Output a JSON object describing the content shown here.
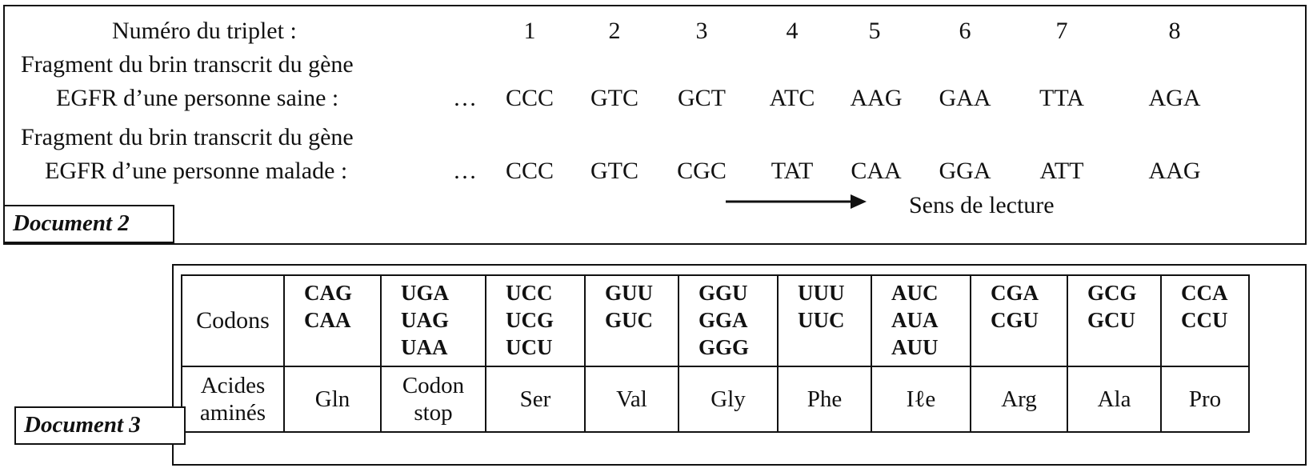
{
  "document2": {
    "label": "Document 2",
    "triplet_header": "Numéro du triplet :",
    "triplet_numbers": [
      "1",
      "2",
      "3",
      "4",
      "5",
      "6",
      "7",
      "8"
    ],
    "healthy_label_line1": "Fragment du brin transcrit du gène",
    "healthy_label_line2": "EGFR d’une personne saine :",
    "healthy_ellipsis": "…",
    "healthy_codons": [
      "CCC",
      "GTC",
      "GCT",
      "ATC",
      "AAG",
      "GAA",
      "TTA",
      "AGA"
    ],
    "sick_label_line1": "Fragment du brin transcrit du gène",
    "sick_label_line2": "EGFR d’une personne malade :",
    "sick_ellipsis": "…",
    "sick_codons": [
      "CCC",
      "GTC",
      "CGC",
      "TAT",
      "CAA",
      "GGA",
      "ATT",
      "AAG"
    ],
    "reading_direction": "Sens de lecture"
  },
  "document3": {
    "label": "Document 3",
    "row1_header": "Codons",
    "row2_header_line1": "Acides",
    "row2_header_line2": "aminés",
    "columns": [
      {
        "codons": [
          "CAG",
          "CAA"
        ],
        "amino_acid": [
          "Gln"
        ]
      },
      {
        "codons": [
          "UGA",
          "UAG",
          "UAA"
        ],
        "amino_acid": [
          "Codon",
          "stop"
        ]
      },
      {
        "codons": [
          "UCC",
          "UCG",
          "UCU"
        ],
        "amino_acid": [
          "Ser"
        ]
      },
      {
        "codons": [
          "GUU",
          "GUC"
        ],
        "amino_acid": [
          "Val"
        ]
      },
      {
        "codons": [
          "GGU",
          "GGA",
          "GGG"
        ],
        "amino_acid": [
          "Gly"
        ]
      },
      {
        "codons": [
          "UUU",
          "UUC"
        ],
        "amino_acid": [
          "Phe"
        ]
      },
      {
        "codons": [
          "AUC",
          "AUA",
          "AUU"
        ],
        "amino_acid": [
          "Iℓe"
        ]
      },
      {
        "codons": [
          "CGA",
          "CGU"
        ],
        "amino_acid": [
          "Arg"
        ]
      },
      {
        "codons": [
          "GCG",
          "GCU"
        ],
        "amino_acid": [
          "Ala"
        ]
      },
      {
        "codons": [
          "CCA",
          "CCU"
        ],
        "amino_acid": [
          "Pro"
        ]
      }
    ]
  }
}
